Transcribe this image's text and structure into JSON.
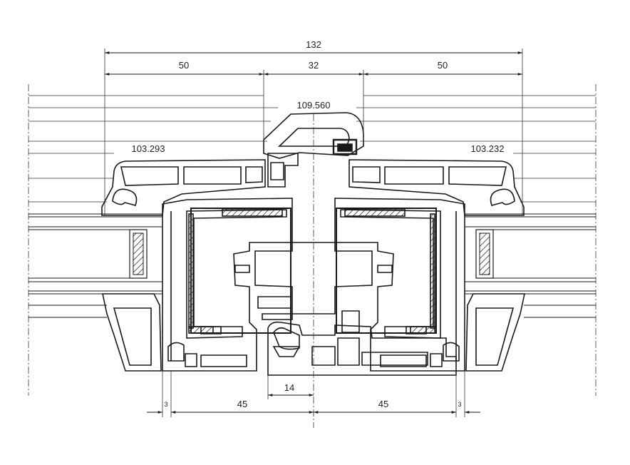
{
  "dimensions": {
    "overall": "132",
    "left_segment": "50",
    "center_segment": "32",
    "right_segment": "50",
    "bottom_left": "45",
    "bottom_center": "14",
    "bottom_right": "45",
    "gap_left": "3",
    "gap_right": "3"
  },
  "profile_codes": {
    "top": "109.560",
    "left": "103.293",
    "right": "103.232"
  },
  "colors": {
    "line": "#1a1a1a",
    "thin": "#555555",
    "background": "#ffffff"
  }
}
